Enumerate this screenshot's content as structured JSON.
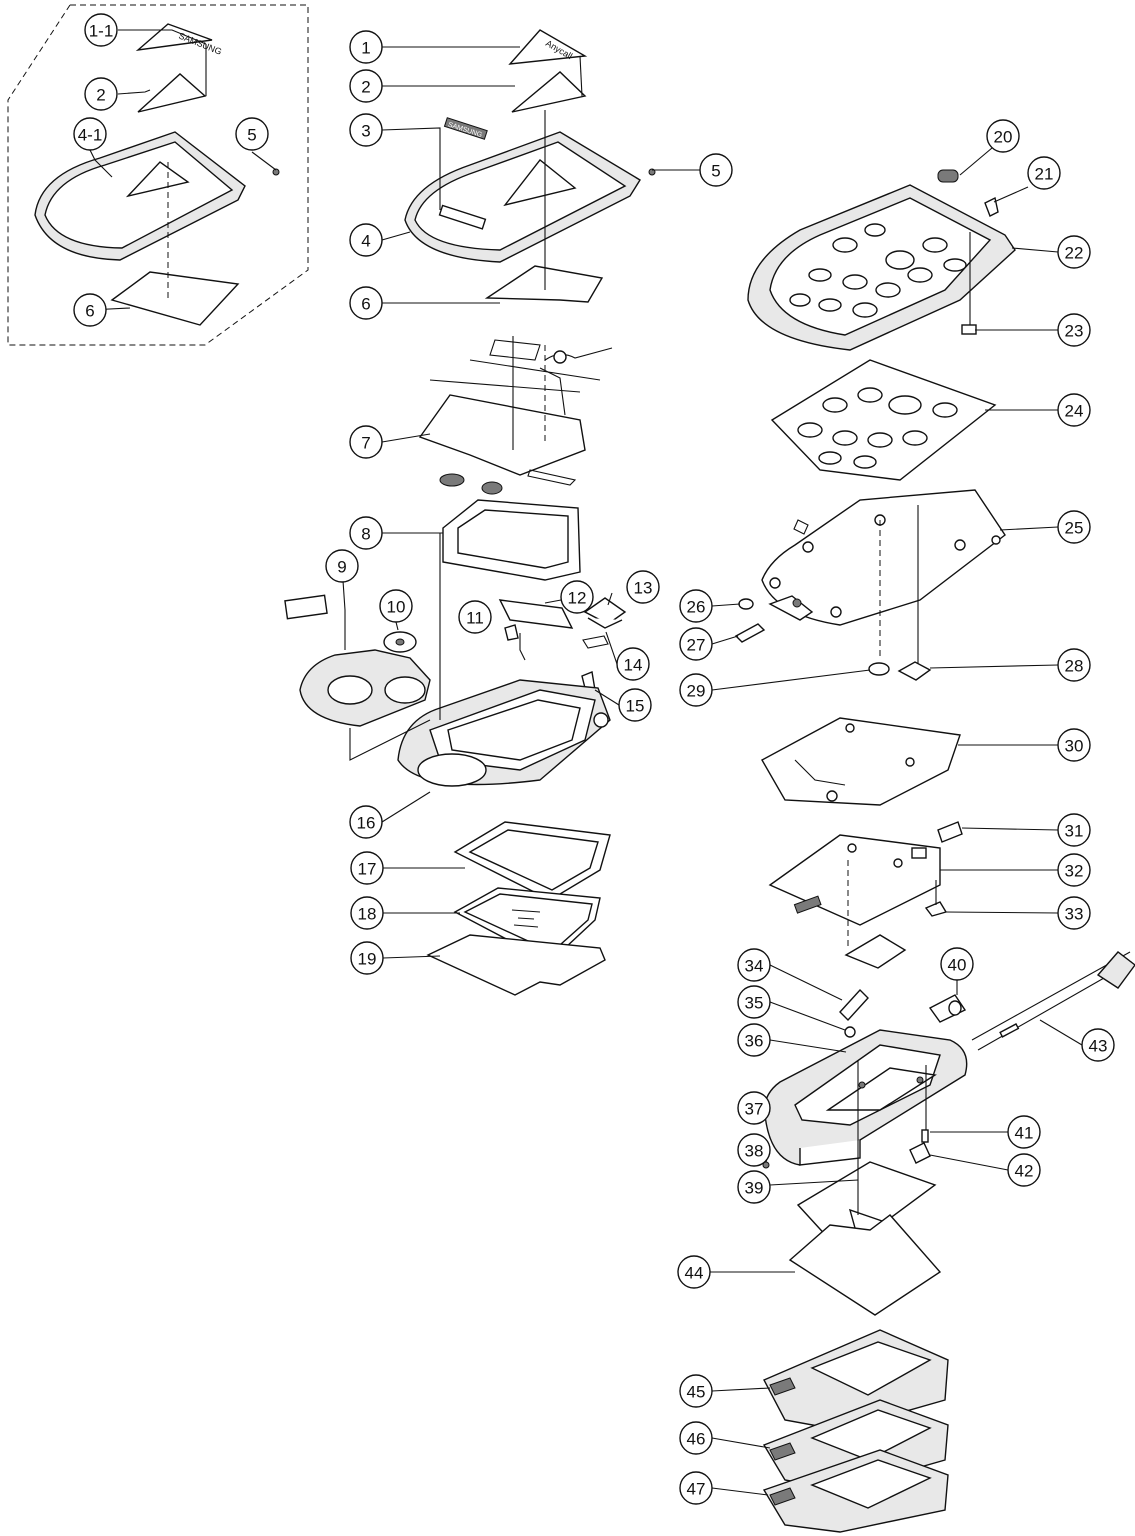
{
  "callouts": [
    {
      "id": "1-1"
    },
    {
      "id": "2"
    },
    {
      "id": "4-1"
    },
    {
      "id": "5"
    },
    {
      "id": "6"
    },
    {
      "id": "1"
    },
    {
      "id": "2"
    },
    {
      "id": "3"
    },
    {
      "id": "5"
    },
    {
      "id": "4"
    },
    {
      "id": "6"
    },
    {
      "id": "7"
    },
    {
      "id": "8"
    },
    {
      "id": "9"
    },
    {
      "id": "10"
    },
    {
      "id": "11"
    },
    {
      "id": "12"
    },
    {
      "id": "13"
    },
    {
      "id": "14"
    },
    {
      "id": "15"
    },
    {
      "id": "16"
    },
    {
      "id": "17"
    },
    {
      "id": "18"
    },
    {
      "id": "19"
    },
    {
      "id": "20"
    },
    {
      "id": "21"
    },
    {
      "id": "22"
    },
    {
      "id": "23"
    },
    {
      "id": "24"
    },
    {
      "id": "25"
    },
    {
      "id": "26"
    },
    {
      "id": "27"
    },
    {
      "id": "28"
    },
    {
      "id": "29"
    },
    {
      "id": "30"
    },
    {
      "id": "31"
    },
    {
      "id": "32"
    },
    {
      "id": "33"
    },
    {
      "id": "34"
    },
    {
      "id": "35"
    },
    {
      "id": "36"
    },
    {
      "id": "40"
    },
    {
      "id": "43"
    },
    {
      "id": "37"
    },
    {
      "id": "38"
    },
    {
      "id": "39"
    },
    {
      "id": "41"
    },
    {
      "id": "42"
    },
    {
      "id": "44"
    },
    {
      "id": "45"
    },
    {
      "id": "46"
    },
    {
      "id": "47"
    }
  ],
  "markings": {
    "brand_mark": "SAMSUNG",
    "model_mark": "Anycall"
  }
}
